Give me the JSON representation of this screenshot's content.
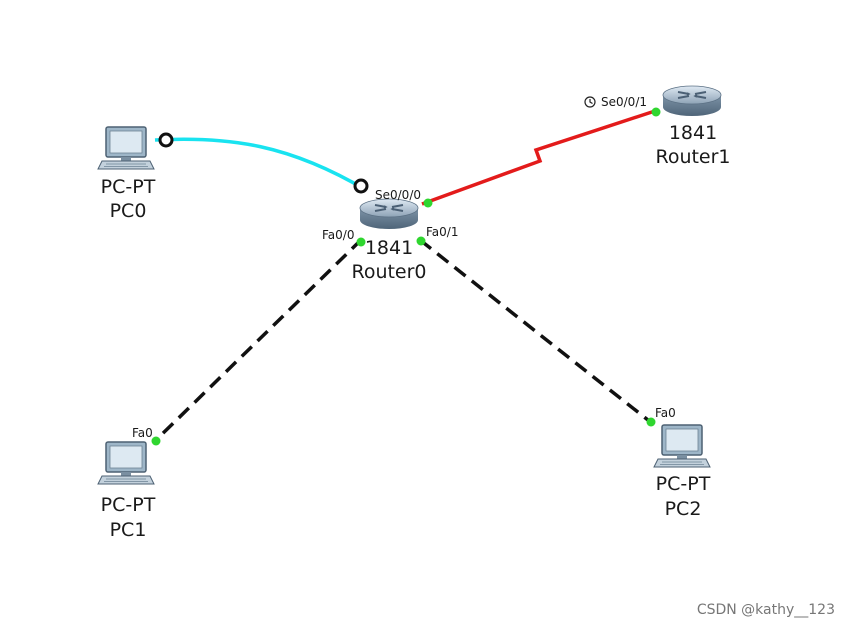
{
  "devices": {
    "pc0": {
      "model": "PC-PT",
      "name": "PC0",
      "icon": "pc-icon"
    },
    "pc1": {
      "model": "PC-PT",
      "name": "PC1",
      "icon": "pc-icon"
    },
    "pc2": {
      "model": "PC-PT",
      "name": "PC2",
      "icon": "pc-icon"
    },
    "router0": {
      "model": "1841",
      "name": "Router0",
      "icon": "router-icon"
    },
    "router1": {
      "model": "1841",
      "name": "Router1",
      "icon": "router-icon"
    }
  },
  "ports": {
    "router0_se": "Se0/0/0",
    "router0_fa0": "Fa0/0",
    "router0_fa1": "Fa0/1",
    "router1_se": "Se0/0/1",
    "pc1_fa": "Fa0",
    "pc2_fa": "Fa0"
  },
  "links": {
    "console": {
      "color": "#19e3f0",
      "type": "console"
    },
    "serial": {
      "color": "#e31b1b",
      "type": "serial-dce",
      "icon": "clock-icon"
    },
    "crossover": {
      "color": "#111111",
      "type": "copper-crossover"
    }
  },
  "status_colors": {
    "up": "#2fd62f"
  },
  "watermark": "CSDN @kathy__123"
}
